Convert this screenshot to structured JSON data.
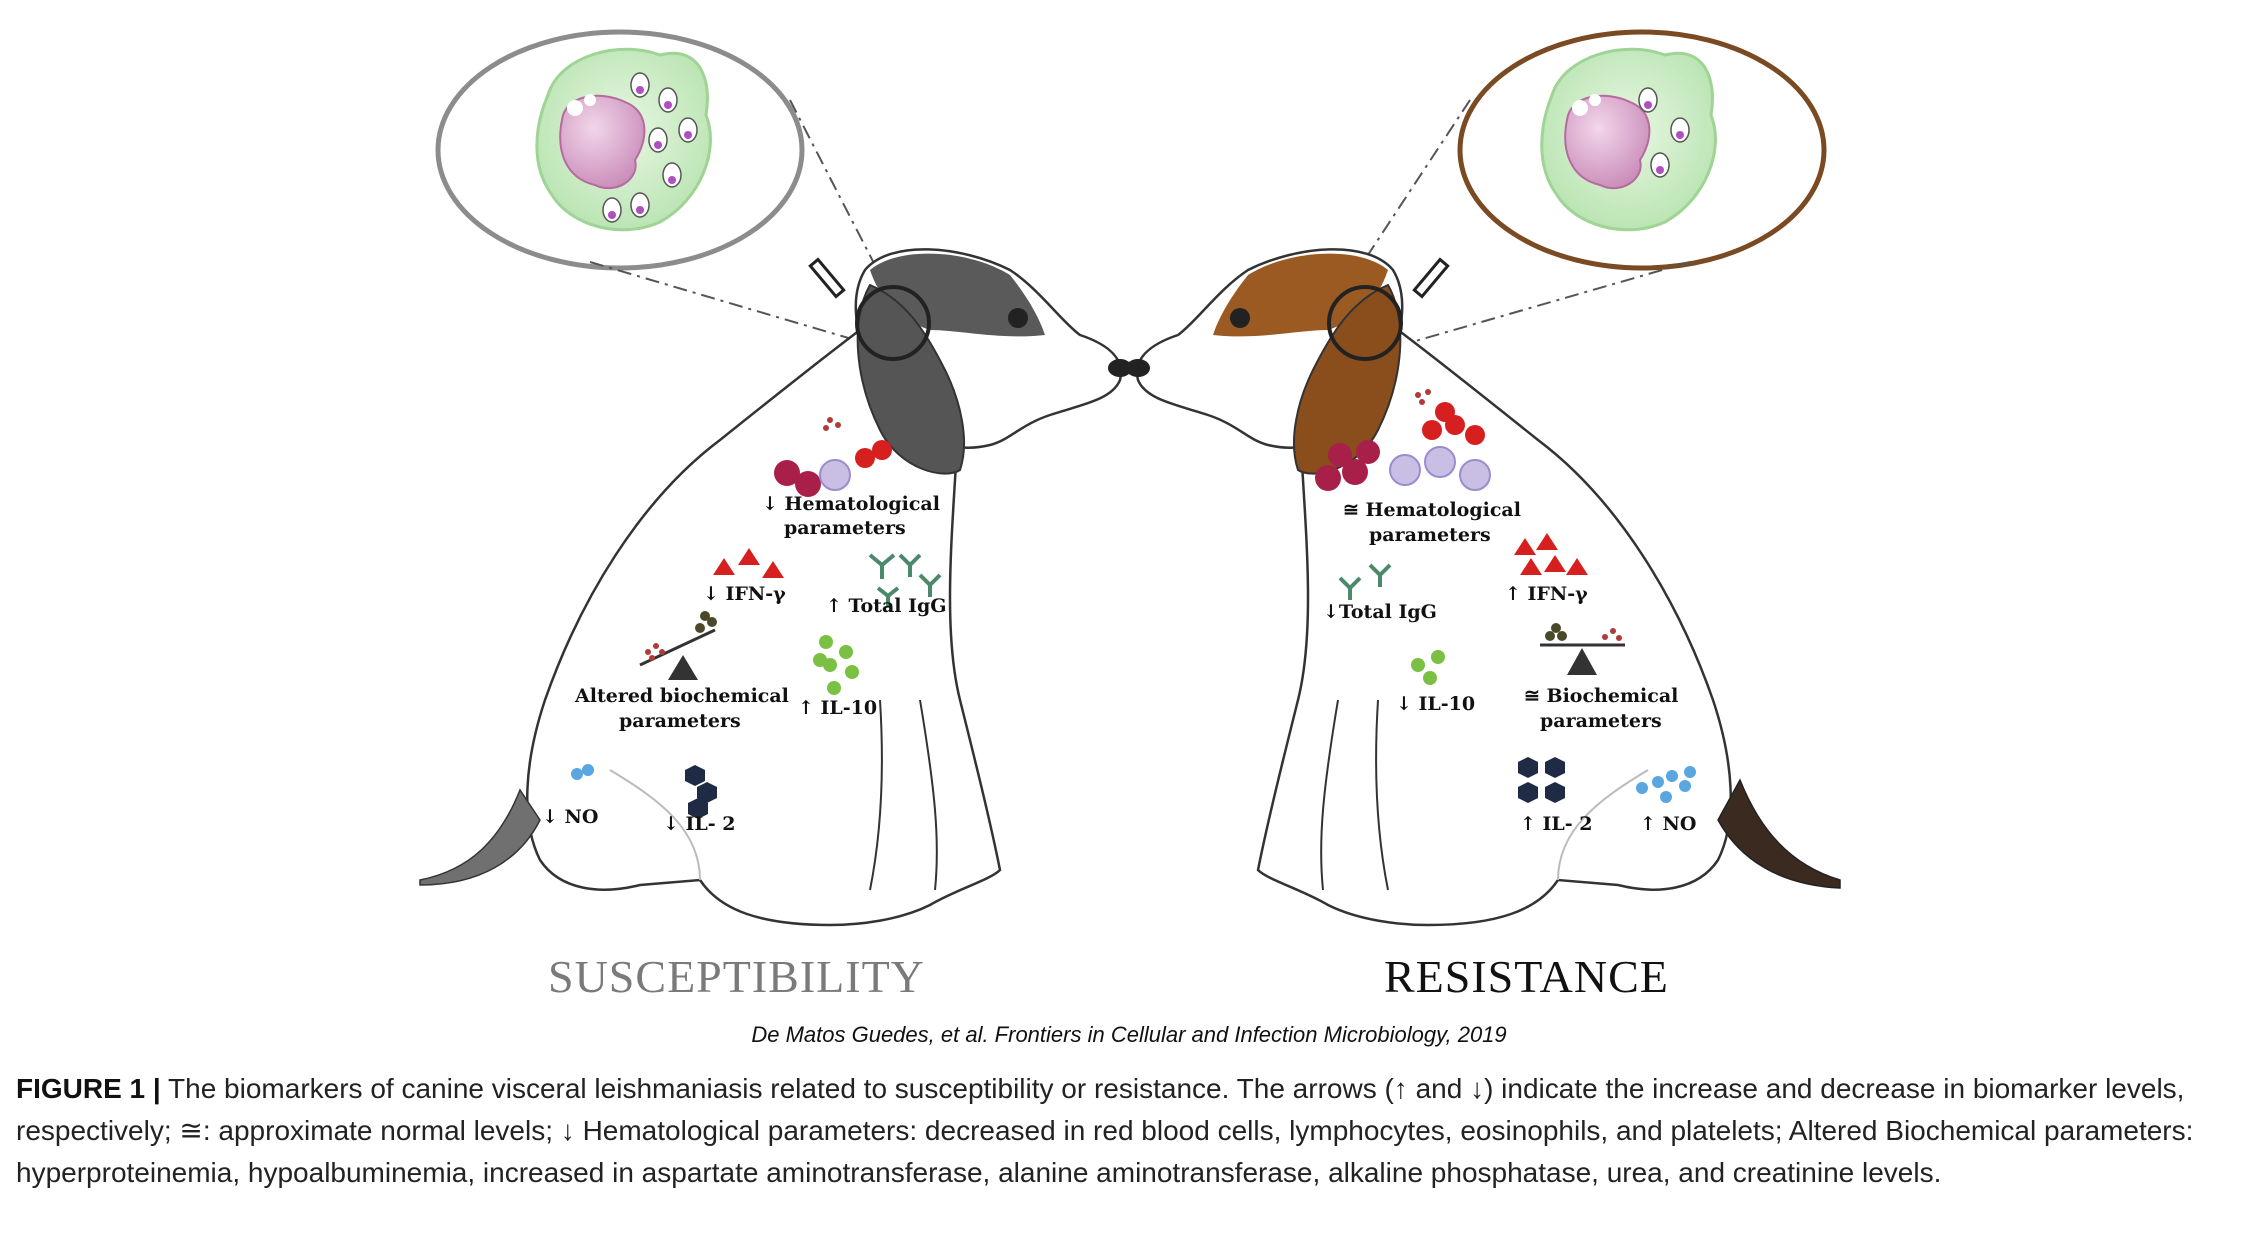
{
  "panels": {
    "left": {
      "title": "SUSCEPTIBILITY",
      "labels": {
        "hematological_1": "↓ Hematological",
        "hematological_2": "parameters",
        "ifn": "↓ IFN-γ",
        "igg": "↑ Total IgG",
        "biochem_1": "Altered biochemical",
        "biochem_2": "parameters",
        "il10": "↑ IL-10",
        "no": "↓ NO",
        "il2": "↓ IL- 2"
      },
      "colors": {
        "head": "#5a5a5a",
        "tail": "#707070",
        "zoom_ring": "#8c8c8c"
      }
    },
    "right": {
      "title": "RESISTANCE",
      "labels": {
        "hematological_1": "≅ Hematological",
        "hematological_2": "parameters",
        "igg": "↓Total IgG",
        "ifn": "↑ IFN-γ",
        "il10": "↓ IL-10",
        "biochem_1": "≅ Biochemical",
        "biochem_2": "parameters",
        "il2": "↑ IL- 2",
        "no": "↑ NO"
      },
      "colors": {
        "head": "#9b5a22",
        "tail": "#3a2a20",
        "zoom_ring": "#7a4a22"
      }
    }
  },
  "citation": "De Matos Guedes, et al. Frontiers in Cellular and Infection Microbiology, 2019",
  "caption": {
    "label": "FIGURE 1 |",
    "text": "The biomarkers of canine visceral leishmaniasis related to susceptibility or resistance. The arrows (↑ and ↓) indicate the increase and decrease in biomarker levels, respectively; ≅: approximate normal levels; ↓ Hematological parameters: decreased in red blood cells, lymphocytes, eosinophils, and platelets; Altered Biochemical parameters: hyperproteinemia, hypoalbuminemia, increased in aspartate aminotransferase, alanine aminotransferase, alkaline phosphatase, urea, and creatinine levels."
  }
}
